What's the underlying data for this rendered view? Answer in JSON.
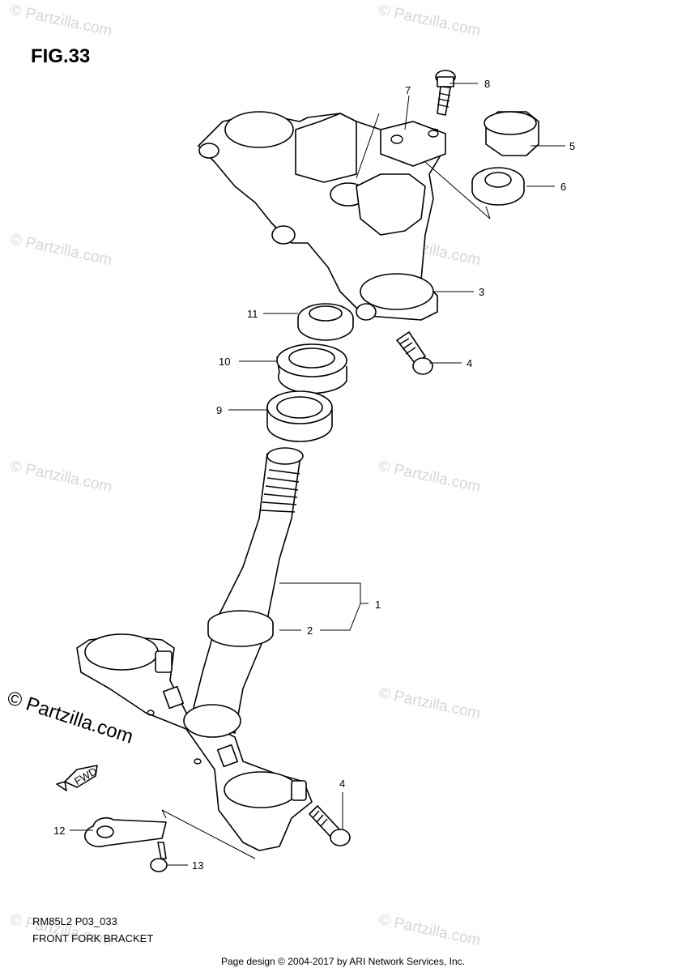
{
  "figure": {
    "title": "FIG.33",
    "code": "RM85L2 P03_033",
    "caption": "FRONT FORK BRACKET"
  },
  "watermark": {
    "text": "© Partzilla.com"
  },
  "footer": {
    "text": "Page design © 2004-2017 by ARI Network Services, Inc."
  },
  "direction_label": "FWD",
  "callouts": {
    "c1": "1",
    "c2": "2",
    "c3": "3",
    "c4a": "4",
    "c4b": "4",
    "c5": "5",
    "c6": "6",
    "c7": "7",
    "c8": "8",
    "c9": "9",
    "c10": "10",
    "c11": "11",
    "c12": "12",
    "c13": "13"
  }
}
